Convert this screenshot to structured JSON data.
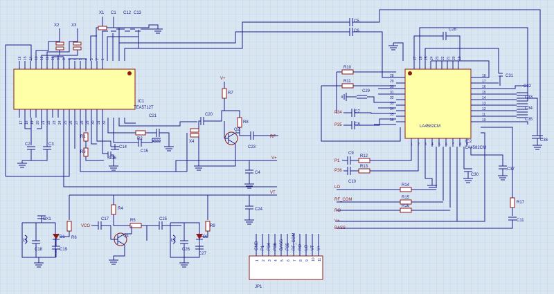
{
  "ic1": {
    "ref": "IC1",
    "part": "TEA5712T"
  },
  "ic2": {
    "ref": "IC2",
    "part": "LA4582CM",
    "part_inside": "LA4582CM"
  },
  "jp1": {
    "ref": "JP1",
    "pins": [
      "GND",
      "P1",
      "P34",
      "P36",
      "BASS",
      "P35",
      "RF_COM",
      "RO",
      "LO",
      "VT",
      "V+"
    ],
    "numbers": [
      "1",
      "2",
      "3",
      "4",
      "5",
      "6",
      "7",
      "8",
      "9",
      "10",
      "11"
    ]
  },
  "labels": {
    "x1": "X1",
    "x2": "X2",
    "x3": "X3",
    "x4": "X4",
    "c1": "C1",
    "c12": "C12",
    "c13": "C13",
    "c2": "C2",
    "c3": "C3",
    "r1": "R1",
    "r3": "R3",
    "c14": "C14",
    "c16": "C16",
    "r2": "R2",
    "c15": "C15",
    "c21": "C21",
    "c22": "C22",
    "c20": "C20",
    "r7": "R7",
    "r8": "R8",
    "q2": "Q2",
    "c23": "C23",
    "c4": "C4",
    "c24": "C24",
    "r4": "R4",
    "c17": "C17",
    "r5": "R5",
    "c25": "C25",
    "q1": "Q1",
    "cx1": "CX1",
    "l1": "L1",
    "c18": "C18",
    "d1": "D1",
    "c19": "C19",
    "r6": "R6",
    "l2": "L2",
    "c26": "C26",
    "d2": "D2",
    "c27": "C27",
    "r9": "R9",
    "c5": "C5",
    "c6": "C6",
    "c28": "C28",
    "r10": "R10",
    "r11": "R11",
    "c29": "C29",
    "c7": "C7",
    "c8": "C8",
    "c31": "C31",
    "c32": "C32",
    "c33": "C33",
    "c34": "C34",
    "c35": "C35",
    "c36": "C36",
    "c9": "C9",
    "r12": "R12",
    "c10": "C10",
    "r13": "R13",
    "c30": "C30",
    "c37": "C37",
    "r14": "R14",
    "r15": "R15",
    "r16": "R16",
    "r17": "R17",
    "c11": "C11"
  },
  "nets": {
    "vplus_top": "V+",
    "rf": "RF",
    "vplus_mid": "V+",
    "vt": "VT",
    "vco": "VCO",
    "p34": "P34",
    "p35": "P35",
    "p1": "P1",
    "p36": "P36",
    "lo": "LO",
    "rf_com": "RF_COM",
    "ro": "RO",
    "vplus_right": "V+",
    "bass": "BASS"
  },
  "ic1_top_pins": [
    "16",
    "15",
    "14",
    "13",
    "12",
    "11",
    "10",
    "9",
    "8",
    "7",
    "6",
    "5",
    "4",
    "3",
    "2",
    "1"
  ],
  "ic1_bot_pins": [
    "17",
    "18",
    "19",
    "20",
    "21",
    "22",
    "23",
    "24",
    "25",
    "26",
    "27",
    "28",
    "29",
    "30",
    "31",
    "32"
  ],
  "ic2_top_pins": [
    "27",
    "26",
    "25",
    "24",
    "23",
    "22",
    "21",
    "20",
    "19"
  ],
  "ic2_left_pins": [
    "28",
    "29",
    "30",
    "31",
    "32",
    "33",
    "34",
    "35",
    "36"
  ],
  "ic2_right_pins": [
    "18",
    "17",
    "16",
    "15",
    "14",
    "13",
    "12",
    "11",
    "10"
  ],
  "ic2_bot_pins": [
    "1",
    "2",
    "3",
    "4",
    "5",
    "6",
    "7",
    "8",
    "9"
  ],
  "colors": {
    "background": "#d9e6f2",
    "wire": "#1a1a8c",
    "component": "#8b1a1a",
    "chip_fill": "#ffffa8"
  }
}
